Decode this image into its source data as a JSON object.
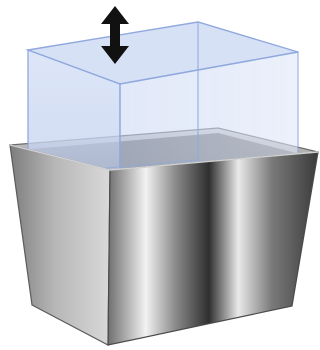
{
  "figure": {
    "kind": "3d-illustration",
    "objects": [
      {
        "name": "lifting-glass-box",
        "color": "#c9d6f2",
        "edge_color": "#8fa8dd"
      },
      {
        "name": "metal-container",
        "color": "#9c9c9c"
      },
      {
        "name": "vertical-arrow",
        "icon": "double-arrow-vertical-icon",
        "color": "#111111"
      }
    ]
  }
}
